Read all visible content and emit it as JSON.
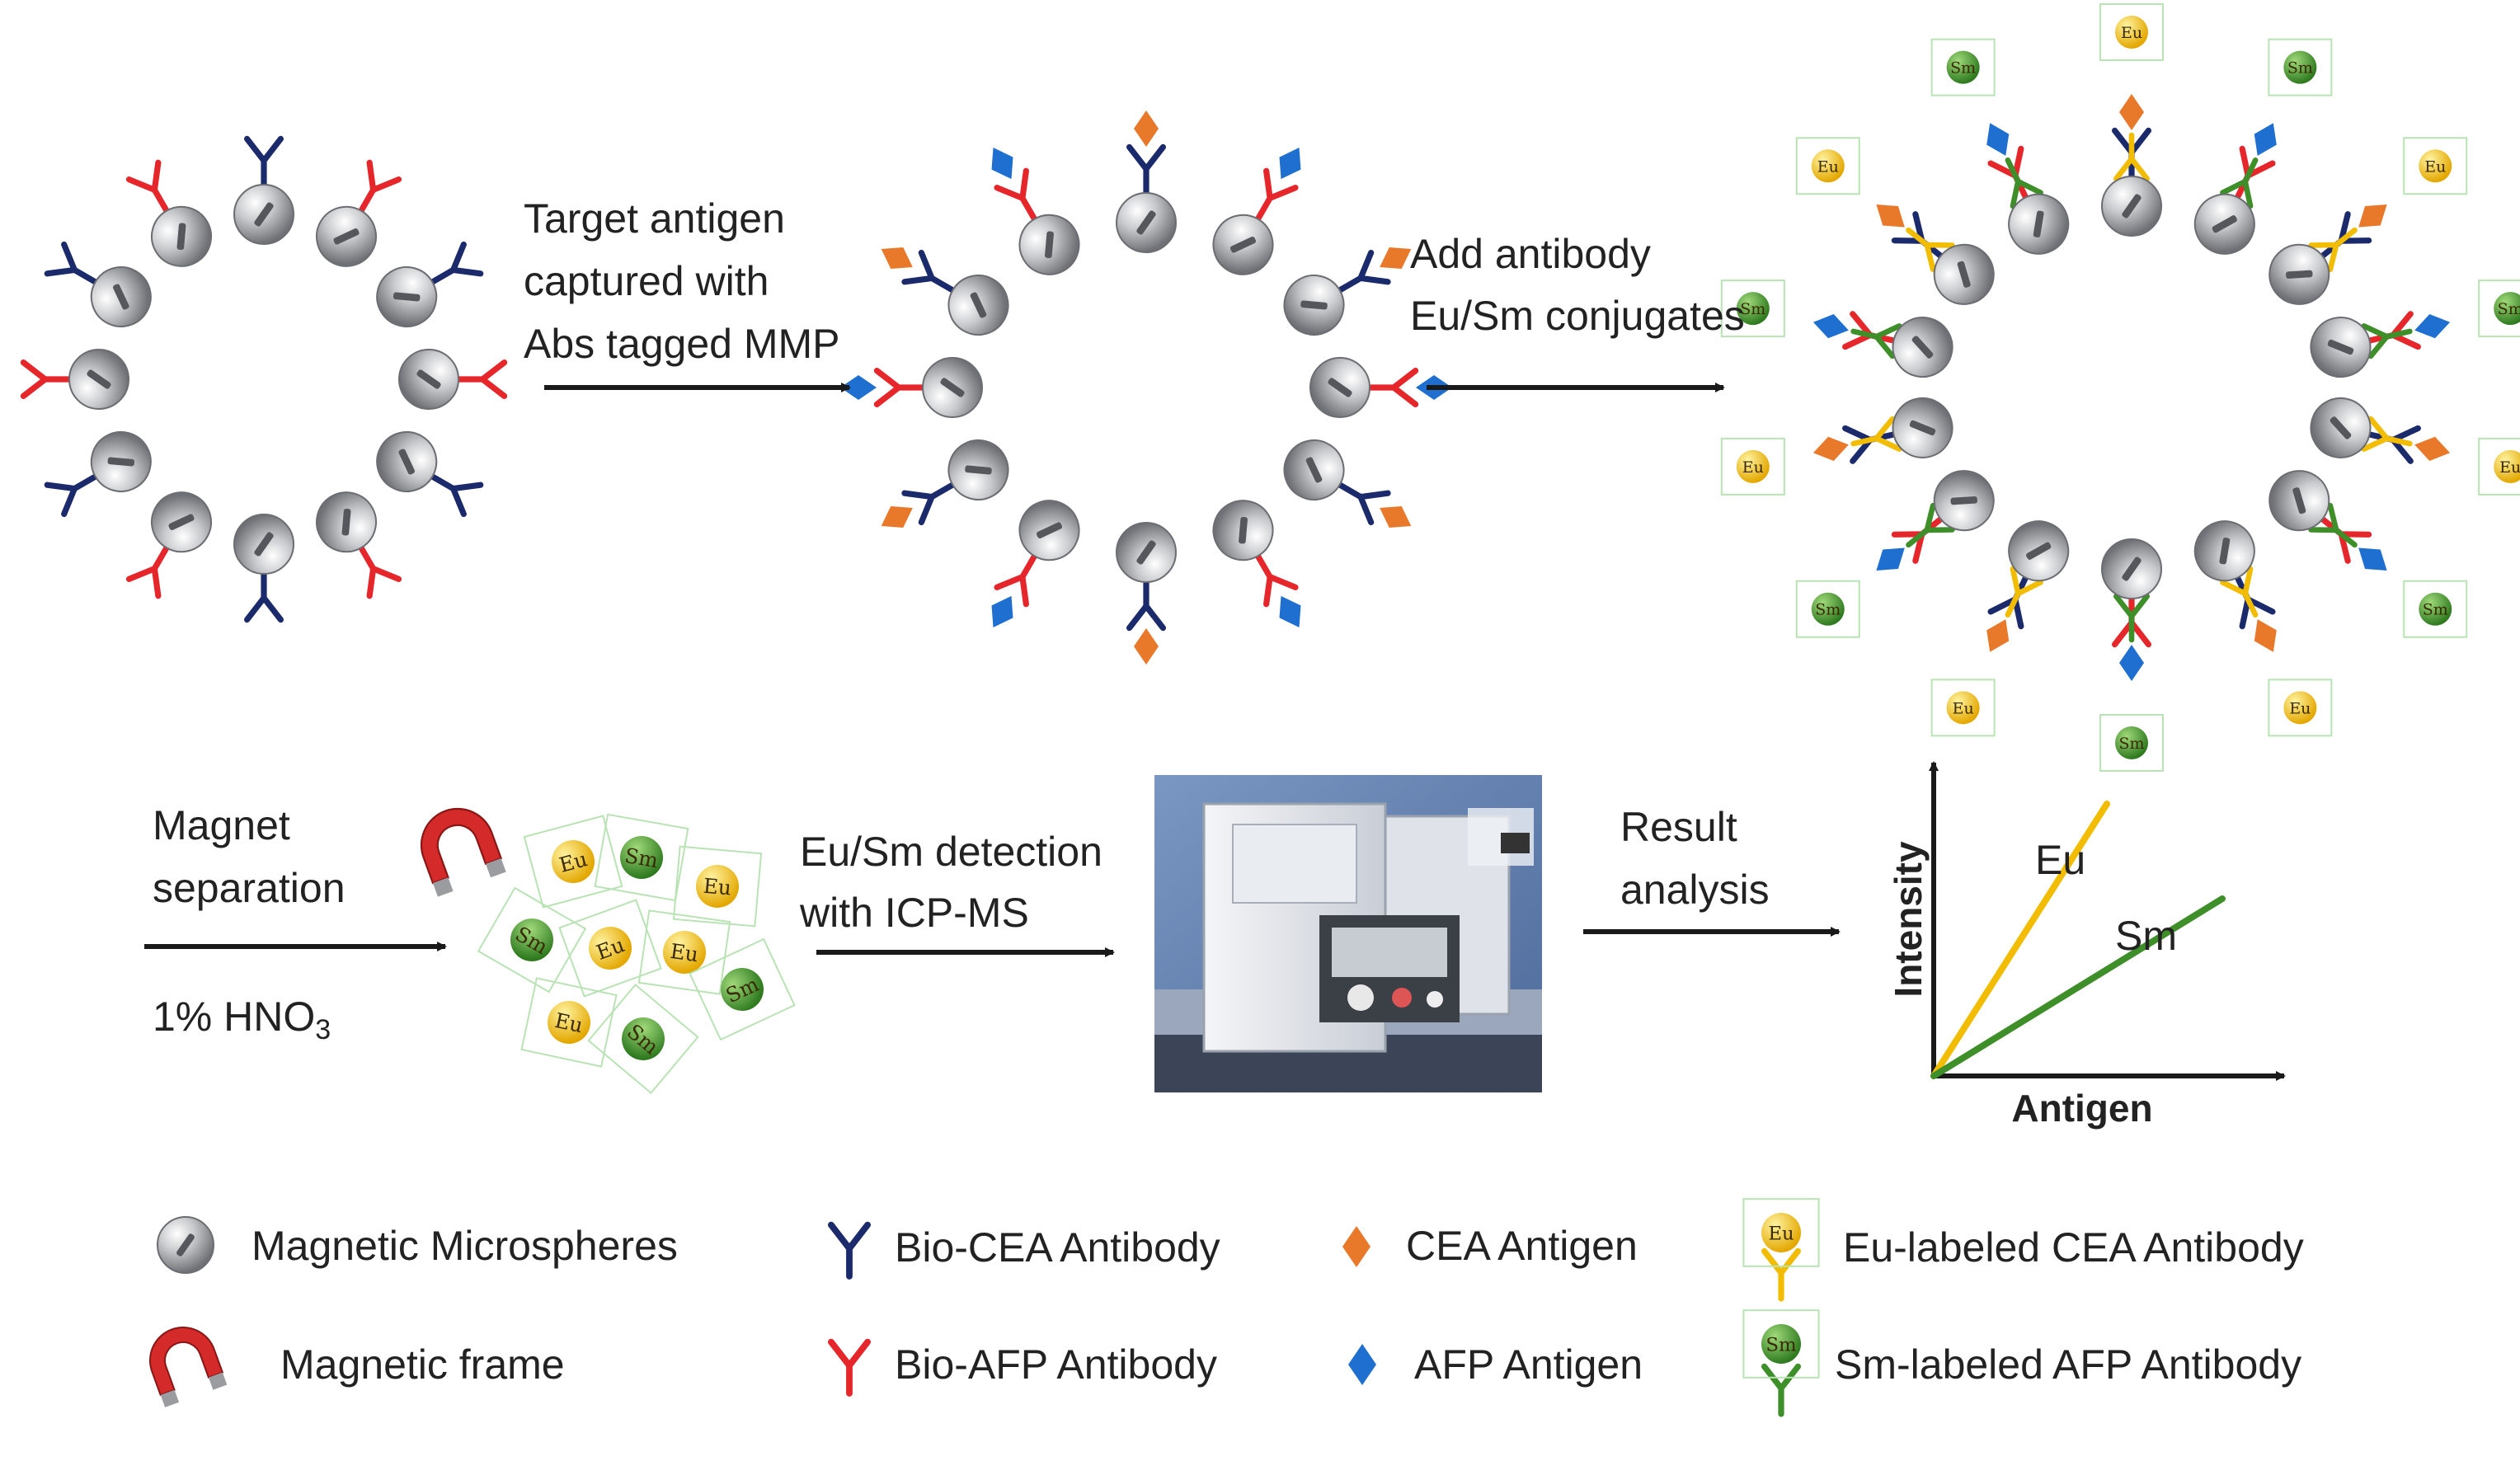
{
  "steps": {
    "step1": {
      "line1": "Target antigen",
      "line2": "captured with",
      "line3": "Abs tagged MMP"
    },
    "step2": {
      "line1": "Add antibody",
      "line2": "Eu/Sm conjugates"
    },
    "step3": {
      "line1": "Magnet",
      "line2": "separation",
      "line3": "1% HNO",
      "line3_sub": "3"
    },
    "step4": {
      "line1": "Eu/Sm detection",
      "line2": "with ICP-MS"
    },
    "step5": {
      "line1": "Result",
      "line2": "analysis"
    }
  },
  "tags": {
    "eu": "Eu",
    "sm": "Sm"
  },
  "chart_data": {
    "type": "line",
    "xlabel": "Antigen",
    "ylabel": "Intensity",
    "series": [
      {
        "name": "Eu",
        "color": "#f2bd00",
        "slope": "steep"
      },
      {
        "name": "Sm",
        "color": "#3e8e2a",
        "slope": "shallow"
      }
    ]
  },
  "legend": {
    "microspheres": "Magnetic Microspheres",
    "magnetic_frame": "Magnetic frame",
    "bio_cea": "Bio-CEA Antibody",
    "bio_afp": "Bio-AFP Antibody",
    "cea_antigen": "CEA Antigen",
    "afp_antigen": "AFP Antigen",
    "eu_labeled": "Eu-labeled CEA Antibody",
    "sm_labeled": "Sm-labeled AFP Antibody"
  },
  "colors": {
    "cea_antibody": "#1b2a6b",
    "afp_antibody": "#e5262b",
    "cea_antigen": "#e8782a",
    "afp_antigen": "#1f6fd1",
    "eu": "#f2bd00",
    "sm": "#3e8e2a",
    "microsphere": "#b9babd",
    "magnet": "#d42a2a"
  }
}
